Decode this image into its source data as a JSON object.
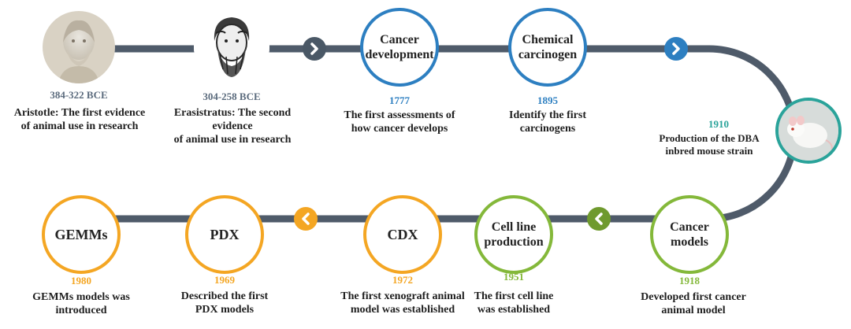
{
  "colors": {
    "track": "#4f5b6a",
    "blue": "#2d7fc1",
    "teal": "#2aa39a",
    "green": "#84b83a",
    "orange": "#f4a623",
    "grey_text": "#5b6b7d"
  },
  "top": {
    "aristotle": {
      "year": "384-322 BCE",
      "caption": [
        "Aristotle: The first evidence",
        "of animal use in research"
      ]
    },
    "erasistratus": {
      "year": "304-258 BCE",
      "caption": [
        "Erasistratus: The second evidence",
        "of animal use in research"
      ]
    },
    "cancer_development": {
      "title": [
        "Cancer",
        "development"
      ],
      "year": "1777",
      "caption": [
        "The first assessments of",
        "how cancer develops"
      ]
    },
    "chemical_carcinogen": {
      "title": [
        "Chemical",
        "carcinogen"
      ],
      "year": "1895",
      "caption": [
        "Identify the first",
        "carcinogens"
      ]
    }
  },
  "side": {
    "dba_mouse": {
      "year": "1910",
      "caption": [
        "Production of the DBA",
        "inbred mouse strain"
      ]
    }
  },
  "bottom": {
    "cancer_models": {
      "title": [
        "Cancer",
        "models"
      ],
      "year": "1918",
      "caption": [
        "Developed first cancer",
        "animal model"
      ]
    },
    "cell_line": {
      "title": [
        "Cell line",
        "production"
      ],
      "year": "1951",
      "caption": [
        "The first cell line",
        "was established"
      ]
    },
    "cdx": {
      "title": [
        "CDX"
      ],
      "year": "1972",
      "caption": [
        "The first xenograft animal",
        "model  was established"
      ]
    },
    "pdx": {
      "title": [
        "PDX"
      ],
      "year": "1969",
      "caption": [
        "Described the first",
        "PDX models"
      ]
    },
    "gemms": {
      "title": [
        "GEMMs"
      ],
      "year": "1980",
      "caption": [
        "GEMMs models was",
        "introduced"
      ]
    }
  },
  "icons": [
    "chevron-right-icon",
    "chevron-left-icon",
    "aristotle-bust-icon",
    "erasistratus-bust-icon",
    "mouse-photo-icon"
  ]
}
